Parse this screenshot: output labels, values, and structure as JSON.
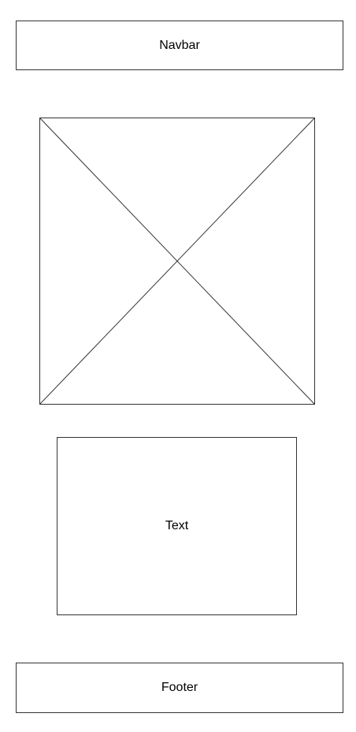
{
  "navbar": {
    "label": "Navbar"
  },
  "content": {
    "label": "Text"
  },
  "footer": {
    "label": "Footer"
  },
  "colors": {
    "stroke": "#333333",
    "background": "#ffffff"
  },
  "image": {
    "icon": "image-placeholder-icon"
  }
}
